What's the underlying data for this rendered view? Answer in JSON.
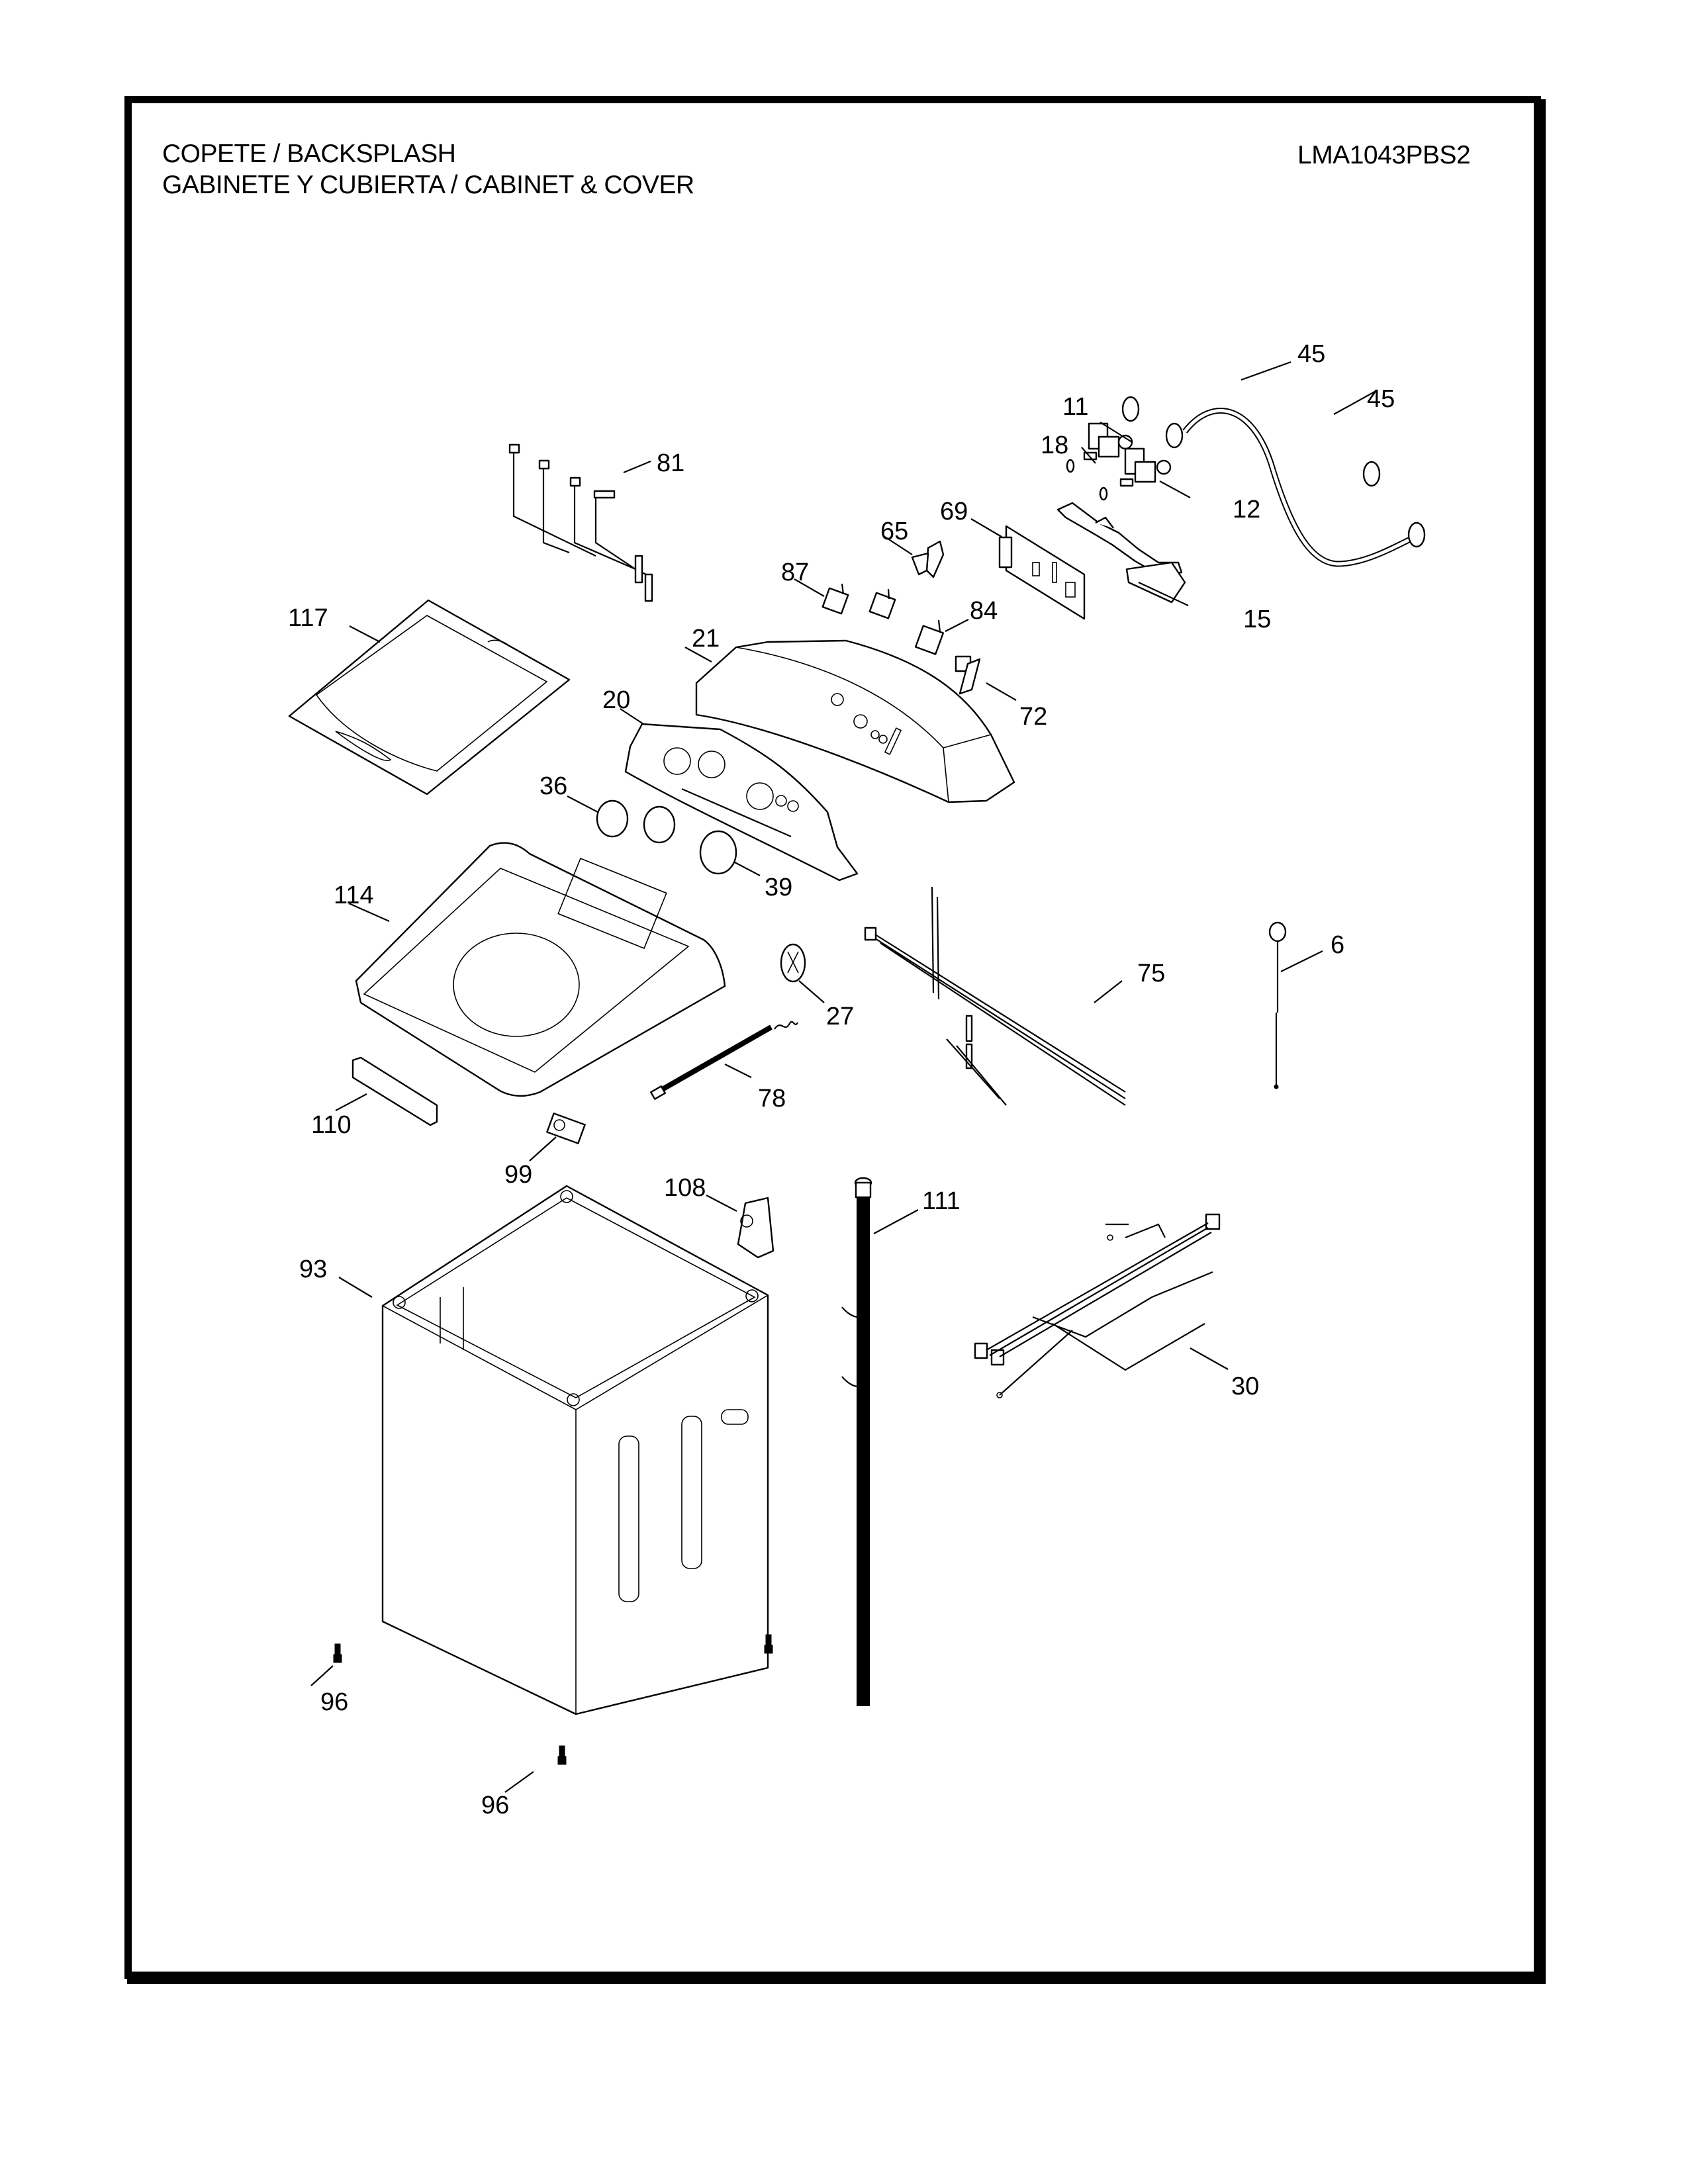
{
  "header": {
    "title_line1": "COPETE / BACKSPLASH",
    "title_line2": "GABINETE Y CUBIERTA / CABINET & COVER",
    "model_number": "LMA1043PBS2"
  },
  "parts": [
    {
      "id": "p45a",
      "label": "45",
      "name": "inlet-hose"
    },
    {
      "id": "p45b",
      "label": "45",
      "name": "inlet-hose"
    },
    {
      "id": "p11",
      "label": "11",
      "name": "water-valve-hot"
    },
    {
      "id": "p18",
      "label": "18",
      "name": "valve-clamp"
    },
    {
      "id": "p12",
      "label": "12",
      "name": "water-valve-cold"
    },
    {
      "id": "p15",
      "label": "15",
      "name": "fill-nozzle"
    },
    {
      "id": "p81",
      "label": "81",
      "name": "control-harness"
    },
    {
      "id": "p69",
      "label": "69",
      "name": "control-board"
    },
    {
      "id": "p65",
      "label": "65",
      "name": "board-bracket"
    },
    {
      "id": "p87",
      "label": "87",
      "name": "selector-switch"
    },
    {
      "id": "p84",
      "label": "84",
      "name": "timer-switch"
    },
    {
      "id": "p72",
      "label": "72",
      "name": "led-board"
    },
    {
      "id": "p117",
      "label": "117",
      "name": "lid"
    },
    {
      "id": "p21",
      "label": "21",
      "name": "backsplash-housing"
    },
    {
      "id": "p20",
      "label": "20",
      "name": "control-panel-overlay"
    },
    {
      "id": "p36",
      "label": "36",
      "name": "knob-small"
    },
    {
      "id": "p39",
      "label": "39",
      "name": "knob-large"
    },
    {
      "id": "p114",
      "label": "114",
      "name": "top-cover"
    },
    {
      "id": "p27",
      "label": "27",
      "name": "pressure-switch"
    },
    {
      "id": "p75",
      "label": "75",
      "name": "main-harness"
    },
    {
      "id": "p6",
      "label": "6",
      "name": "power-cord-sensor"
    },
    {
      "id": "p78",
      "label": "78",
      "name": "pressure-hose"
    },
    {
      "id": "p110",
      "label": "110",
      "name": "front-trim"
    },
    {
      "id": "p99",
      "label": "99",
      "name": "lid-switch"
    },
    {
      "id": "p108",
      "label": "108",
      "name": "hose-bracket"
    },
    {
      "id": "p111",
      "label": "111",
      "name": "drain-hose"
    },
    {
      "id": "p93",
      "label": "93",
      "name": "cabinet"
    },
    {
      "id": "p30",
      "label": "30",
      "name": "motor-harness"
    },
    {
      "id": "p96a",
      "label": "96",
      "name": "leveling-foot"
    },
    {
      "id": "p96b",
      "label": "96",
      "name": "leveling-foot"
    }
  ]
}
